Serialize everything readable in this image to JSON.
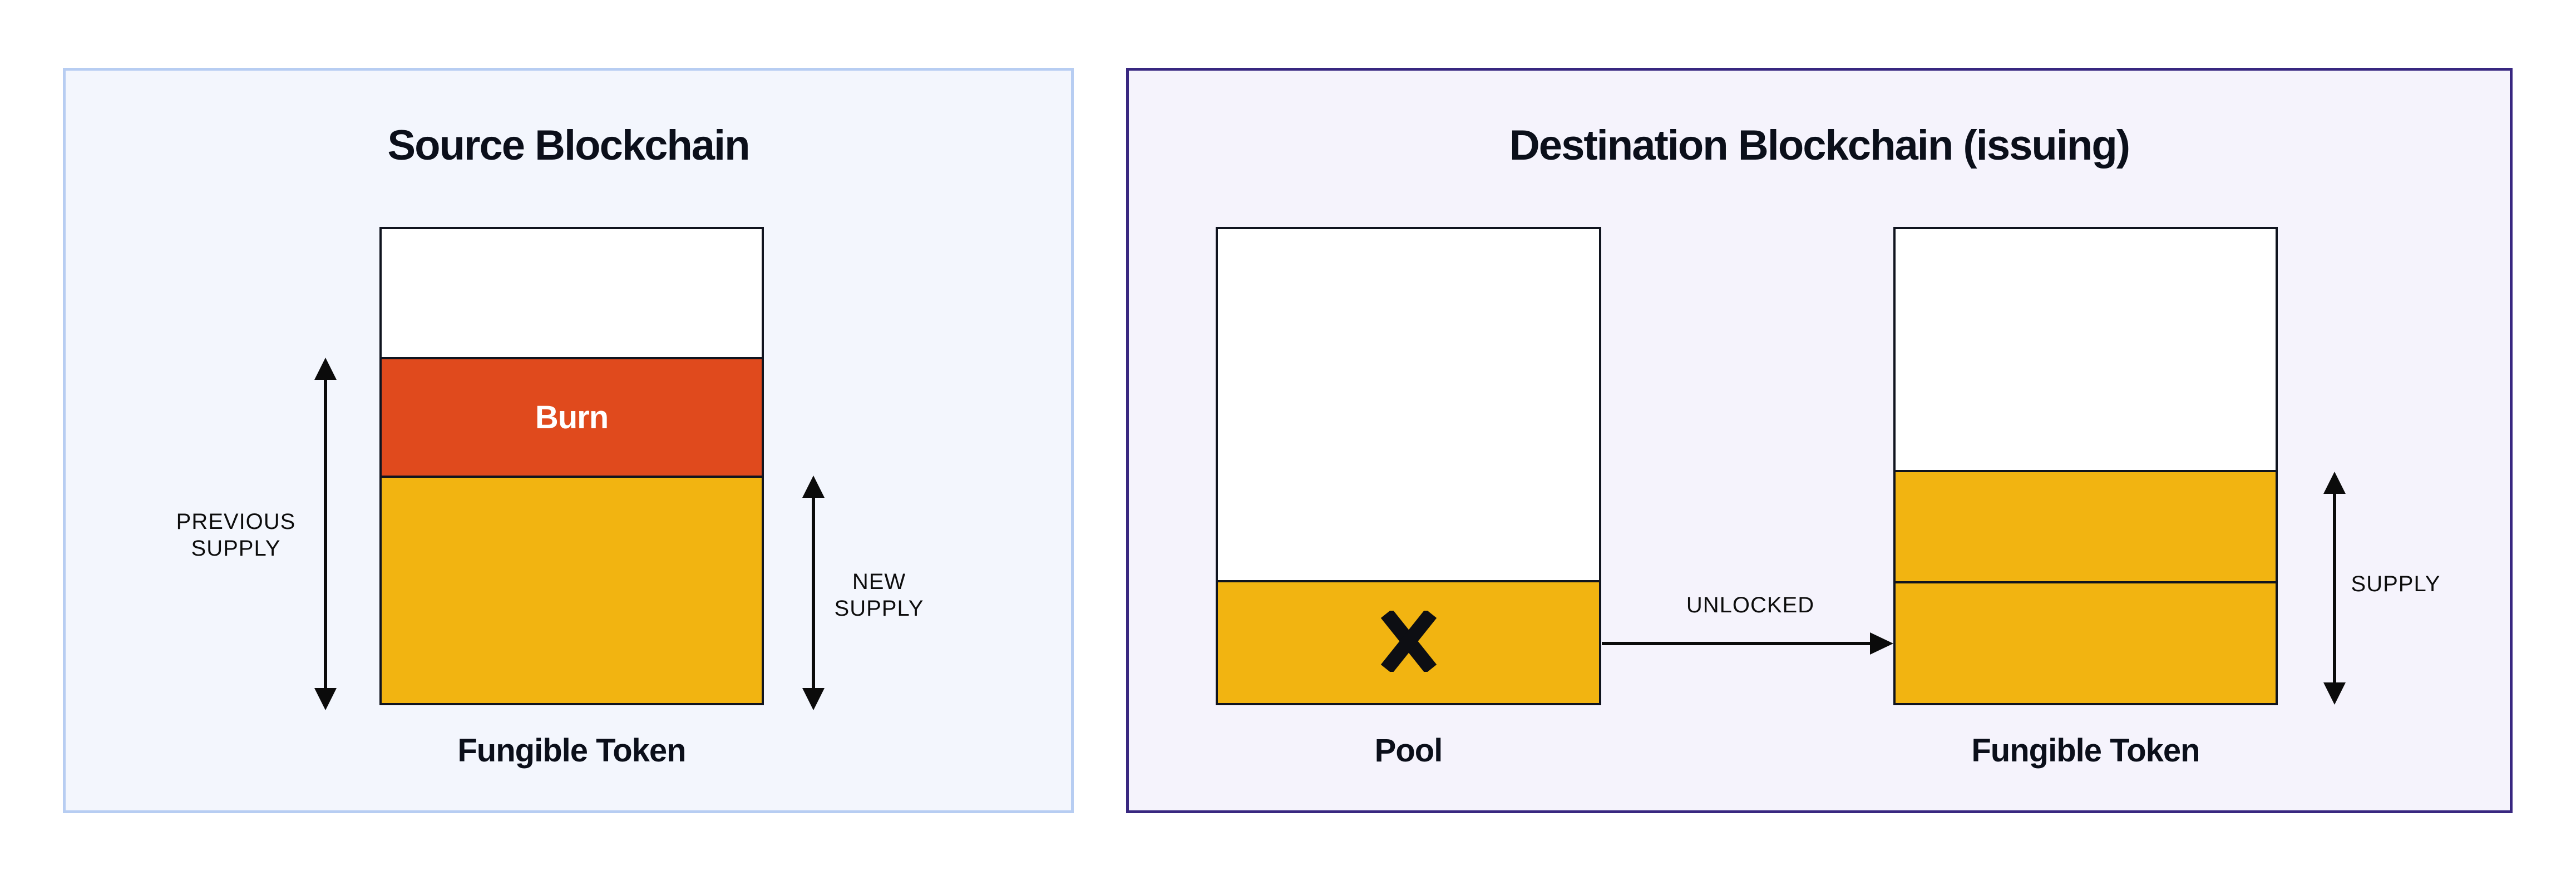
{
  "colors": {
    "page_bg": "#ffffff",
    "source_border": "#b7cdf2",
    "source_bg": "#f3f6fd",
    "dest_border": "#382780",
    "dest_bg": "#f5f3fc",
    "bar_border": "#10141f",
    "burn_red": "#e04a1d",
    "token_yellow": "#f2b411",
    "text_dark": "#0b0f1a",
    "label_black": "#0d0d0d",
    "burn_text": "#ffffff"
  },
  "source": {
    "title": "Source Blockchain",
    "burn_label": "Burn",
    "caption": "Fungible Token",
    "previous_supply": {
      "line1": "PREVIOUS",
      "line2": "SUPPLY"
    },
    "new_supply": {
      "line1": "NEW",
      "line2": "SUPPLY"
    }
  },
  "destination": {
    "title": "Destination Blockchain (issuing)",
    "pool_caption": "Pool",
    "unlocked_label": "UNLOCKED",
    "token_caption": "Fungible Token",
    "supply_label": "SUPPLY"
  }
}
